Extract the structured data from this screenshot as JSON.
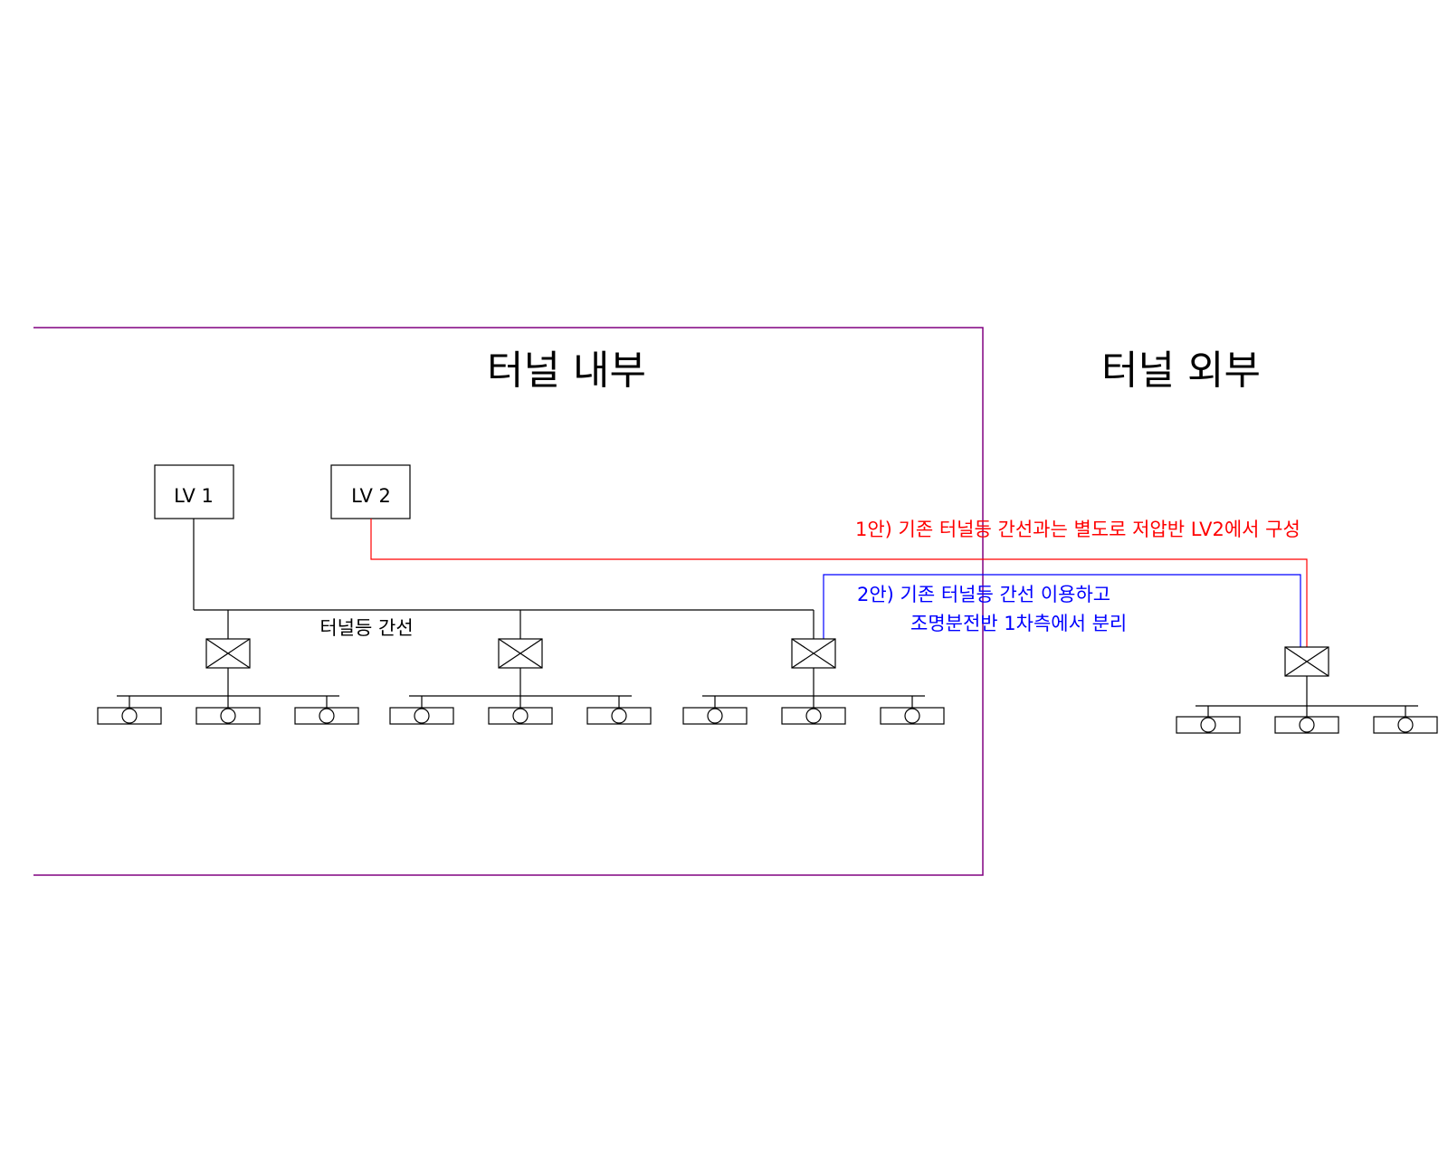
{
  "zones": {
    "inside_title": "터널 내부",
    "outside_title": "터널 외부"
  },
  "panels": {
    "lv1": "LV 1",
    "lv2": "LV 2"
  },
  "feeder_label": "터널등 간선",
  "option1": {
    "text": "1안) 기존 터널등 간선과는 별도로 저압반 LV2에서 구성",
    "color": "#ff0000"
  },
  "option2": {
    "line1": "2안) 기존 터널등 간선 이용하고",
    "line2": "조명분전반 1차측에서 분리",
    "color": "#0000ff"
  },
  "colors": {
    "line": "#000000",
    "tunnel_boundary": "#800080"
  },
  "symbols": {
    "distribution_board_icon": "box-with-x",
    "luminaire_icon": "rectangle-with-circle"
  }
}
